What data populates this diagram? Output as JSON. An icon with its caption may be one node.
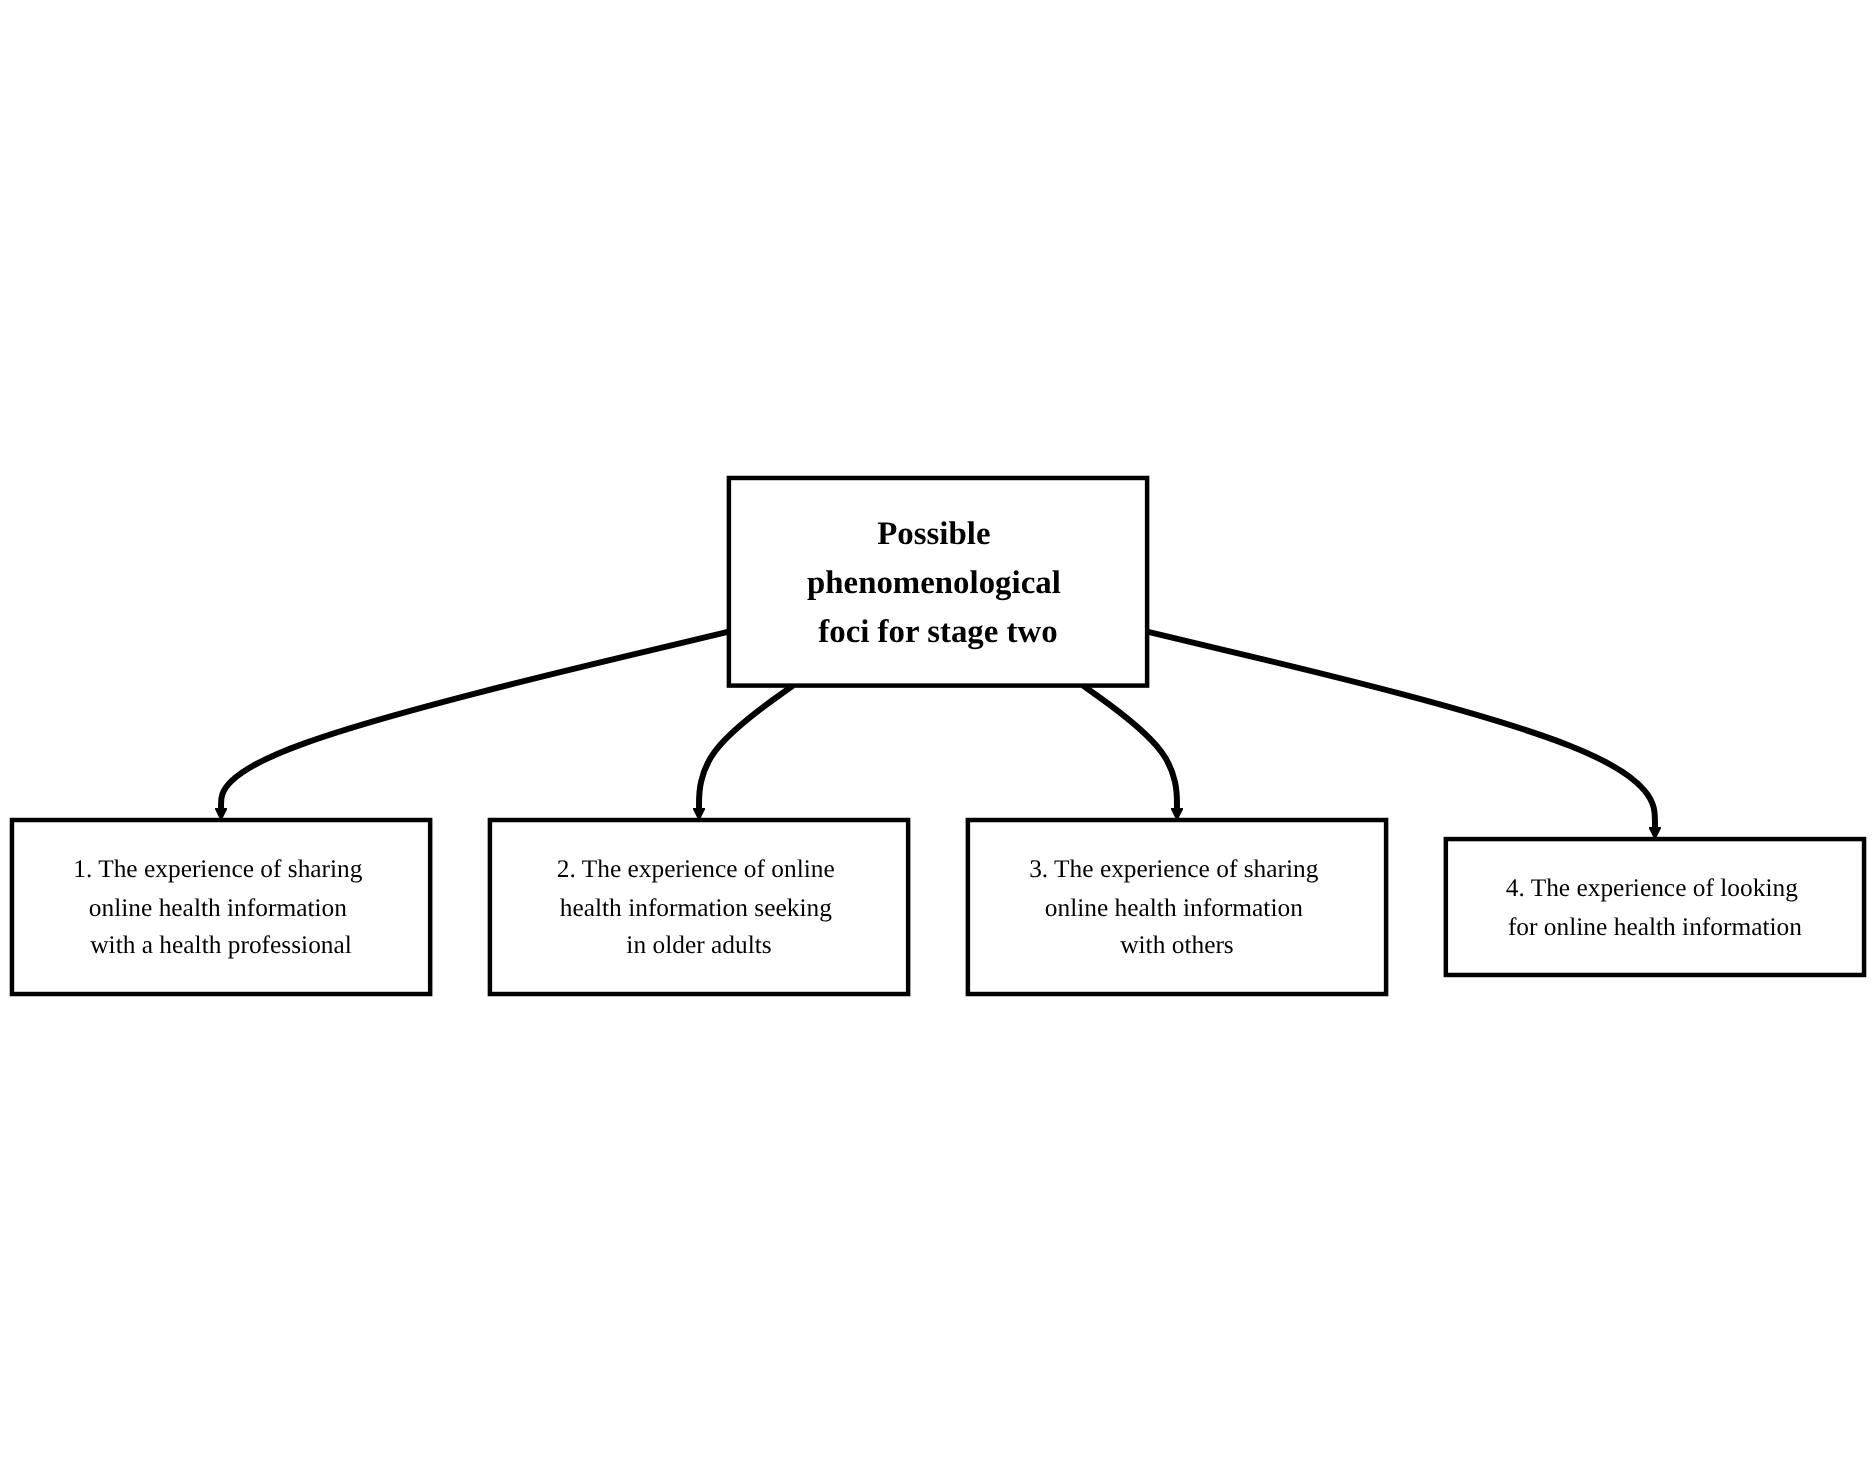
{
  "diagram": {
    "nodes": [
      {
        "text": [
          "1. The experience of sharing online health information with a health professional"
        ]
      },
      {
        "text": [
          "2. The experience of online health information seeking in older adults"
        ]
      },
      {
        "text": [
          "Possible phenomenological foci for stage two"
        ]
      },
      {
        "text": [
          "3. The experience of sharing online health information with others"
        ]
      },
      {
        "text": [
          "4. The experience of looking for online health information"
        ]
      }
    ],
    "edges": [
      {
        "from": 2,
        "to": 0,
        "arrow": "to"
      },
      {
        "from": 2,
        "to": 1,
        "arrow": "to"
      },
      {
        "from": 2,
        "to": 3,
        "arrow": "to"
      },
      {
        "from": 2,
        "to": 4,
        "arrow": "to"
      }
    ]
  }
}
